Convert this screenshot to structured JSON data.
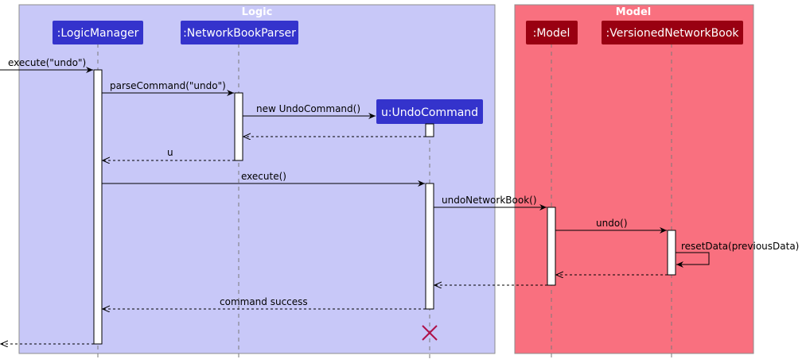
{
  "colors": {
    "logic_group": "#c8c8f8",
    "model_group": "#f9707f",
    "logic_participant": "#3433cc",
    "model_participant": "#990011",
    "destroy": "#b0124a"
  },
  "groups": {
    "logic": "Logic",
    "model": "Model"
  },
  "participants": {
    "logic_manager": ":LogicManager",
    "parser": ":NetworkBookParser",
    "undo_command": "u:UndoCommand",
    "model": ":Model",
    "versioned": ":VersionedNetworkBook"
  },
  "messages": {
    "execute_undo": "execute(\"undo\")",
    "parse_command": "parseCommand(\"undo\")",
    "new_undo": "new UndoCommand()",
    "return_u": "u",
    "execute": "execute()",
    "undo_network_book": "undoNetworkBook()",
    "undo": "undo()",
    "reset_data": "resetData(previousData)",
    "command_success": "command success"
  }
}
